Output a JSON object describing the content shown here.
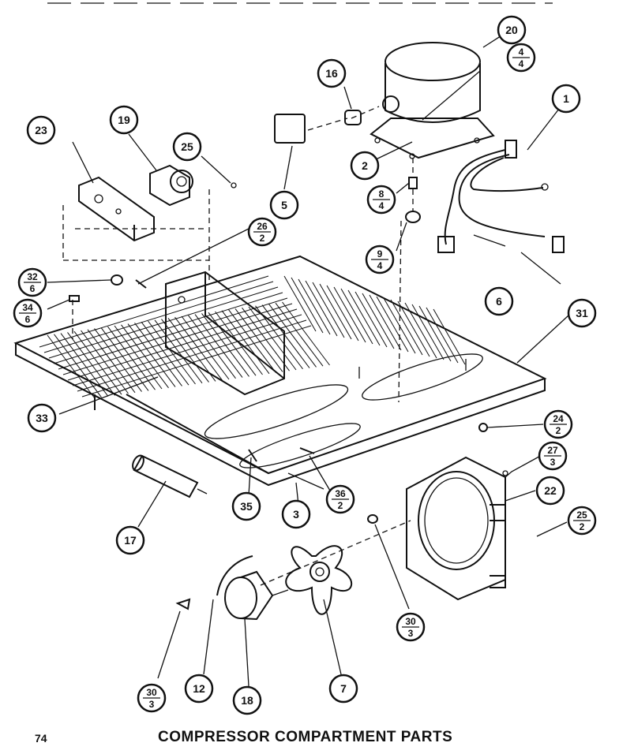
{
  "page_number": "74",
  "caption": "COMPRESSOR COMPARTMENT PARTS",
  "callouts": [
    {
      "label": "1"
    },
    {
      "label": "2"
    },
    {
      "label": "3"
    },
    {
      "label": "5"
    },
    {
      "label": "6"
    },
    {
      "label": "7"
    },
    {
      "label": "12"
    },
    {
      "label": "16"
    },
    {
      "label": "17"
    },
    {
      "label": "18"
    },
    {
      "label": "19"
    },
    {
      "label": "20"
    },
    {
      "label": "22"
    },
    {
      "label": "23"
    },
    {
      "label": "25"
    },
    {
      "label": "31"
    },
    {
      "label": "33"
    },
    {
      "label": "35"
    }
  ],
  "fraction_callouts": [
    {
      "top": "4",
      "bottom": "4"
    },
    {
      "top": "8",
      "bottom": "4"
    },
    {
      "top": "9",
      "bottom": "4"
    },
    {
      "top": "26",
      "bottom": "2"
    },
    {
      "top": "32",
      "bottom": "6"
    },
    {
      "top": "34",
      "bottom": "6"
    },
    {
      "top": "24",
      "bottom": "2"
    },
    {
      "top": "27",
      "bottom": "3"
    },
    {
      "top": "36",
      "bottom": "2"
    },
    {
      "top": "25",
      "bottom": "2"
    },
    {
      "top": "30",
      "bottom": "3"
    },
    {
      "top": "30",
      "bottom": "3"
    }
  ]
}
